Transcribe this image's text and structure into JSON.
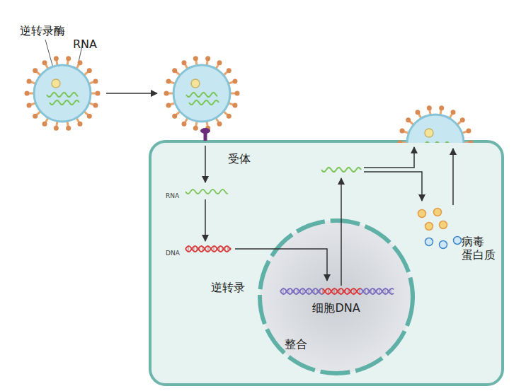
{
  "diagram": {
    "nodes": [
      {
        "text": [
          "RNA"
        ]
      },
      {
        "text": [
          "DNA"
        ]
      },
      {
        "text": [
          "细胞DNA"
        ]
      }
    ],
    "edges": [
      {
        "from": 0,
        "to": 1,
        "arrow": "to",
        "label": "逆转录"
      },
      {
        "from": 1,
        "to": 2,
        "arrow": "to",
        "label": "整合"
      }
    ],
    "labels": [
      "逆转录酶",
      "RNA",
      "受体",
      "病毒 蛋白质"
    ]
  }
}
